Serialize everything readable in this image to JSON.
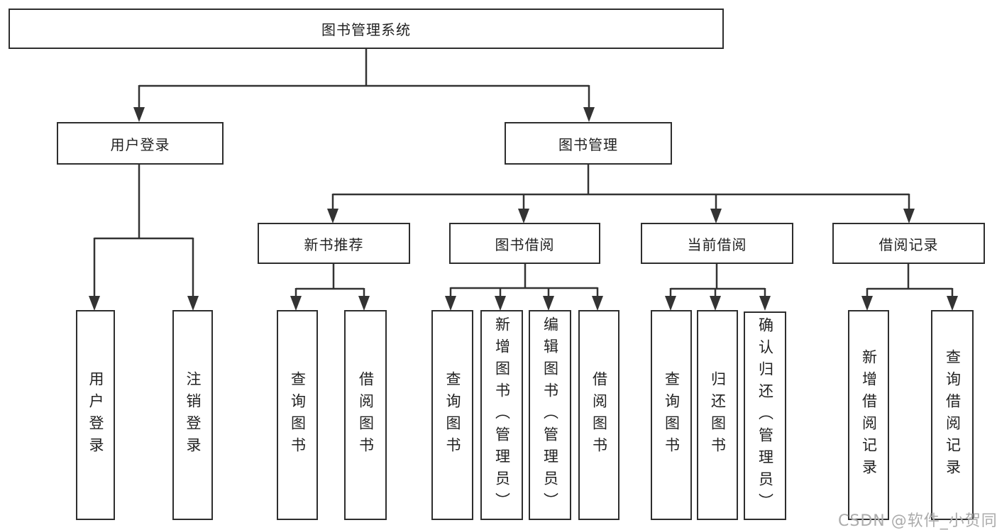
{
  "tree": {
    "root": {
      "label": "图书管理系统"
    },
    "branches": [
      {
        "label": "用户登录",
        "children": [
          {
            "label": "用户登录"
          },
          {
            "label": "注销登录"
          }
        ]
      },
      {
        "label": "图书管理",
        "children": [
          {
            "label": "新书推荐",
            "children": [
              {
                "label": "查询图书"
              },
              {
                "label": "借阅图书"
              }
            ]
          },
          {
            "label": "图书借阅",
            "children": [
              {
                "label": "查询图书"
              },
              {
                "label": "新增图书（管理员）"
              },
              {
                "label": "编辑图书（管理员）"
              },
              {
                "label": "借阅图书"
              }
            ]
          },
          {
            "label": "当前借阅",
            "children": [
              {
                "label": "查询图书"
              },
              {
                "label": "归还图书"
              },
              {
                "label": "确认归还（管理员）"
              }
            ]
          },
          {
            "label": "借阅记录",
            "children": [
              {
                "label": "新增借阅记录"
              },
              {
                "label": "查询借阅记录"
              }
            ]
          }
        ]
      }
    ]
  },
  "watermark": {
    "text": "CSDN @软件_小贺同学"
  },
  "colors": {
    "line": "#333333",
    "box_border": "#2e2e2e",
    "text": "#222222",
    "watermark": "#ababab",
    "background": "#ffffff"
  }
}
